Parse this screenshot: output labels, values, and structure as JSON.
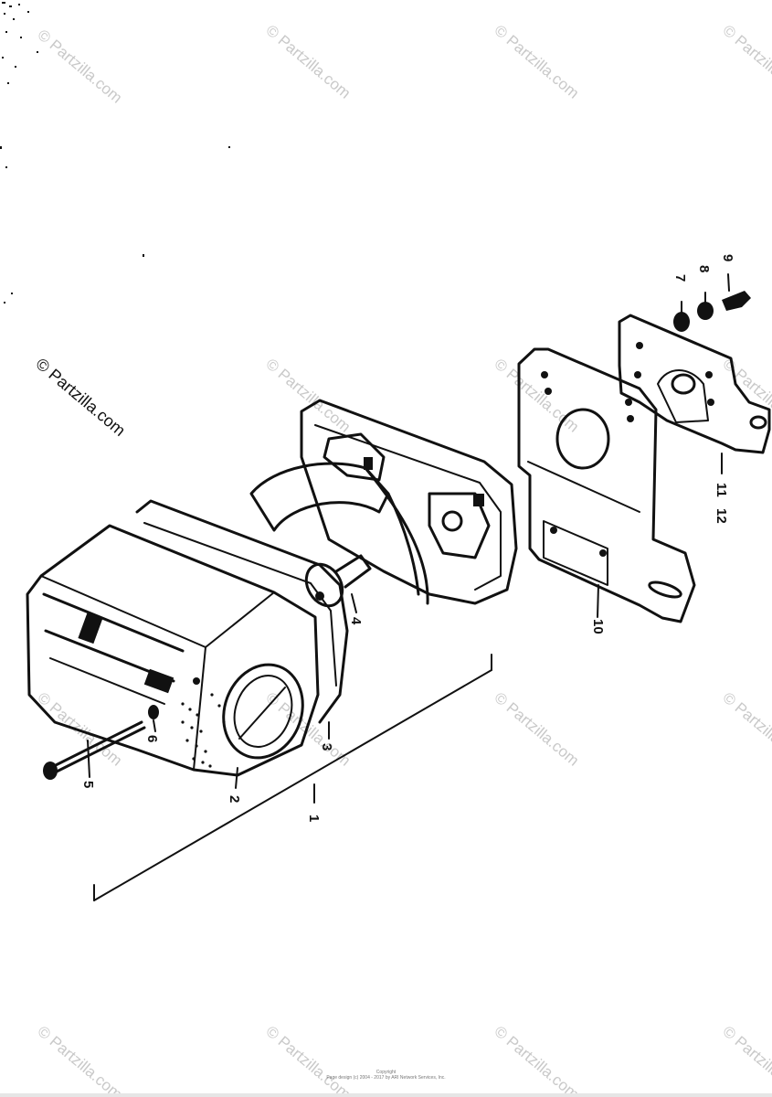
{
  "diagram": {
    "part_labels": [
      "1",
      "2",
      "3",
      "4",
      "5",
      "6",
      "7",
      "8",
      "9",
      "10",
      "11",
      "12"
    ],
    "watermark": {
      "text": "© Partzilla.com",
      "color": "#c9c9c9"
    },
    "footer": {
      "line1": "Copyright",
      "line2": "Page design (c) 2004 - 2017 by ARI Network Services, Inc."
    },
    "ink_color": "#111111"
  }
}
